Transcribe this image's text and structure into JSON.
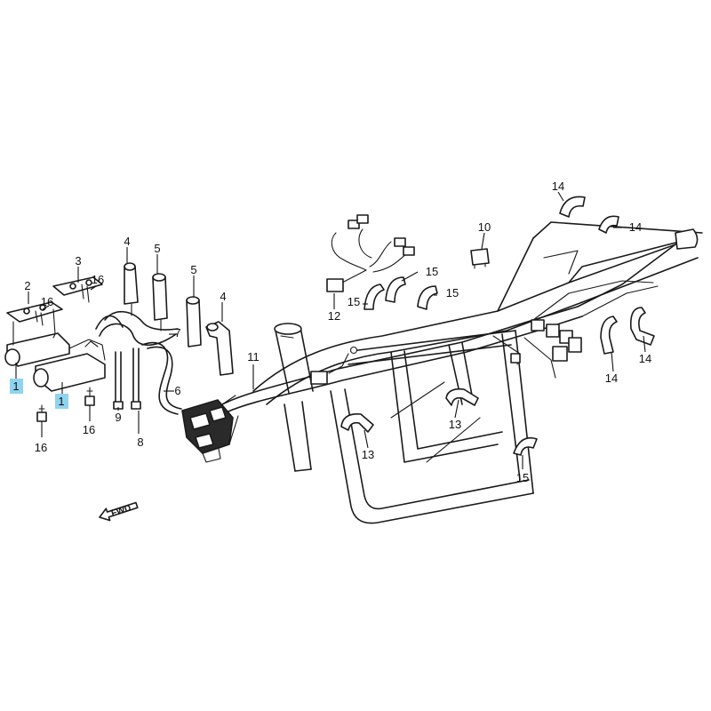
{
  "parts": {
    "ignition_coil_a": "1",
    "ignition_coil_b": "1",
    "coil_bracket": "2",
    "coil_bracket_b": "3",
    "plug_cap_a": "4",
    "plug_cap_b": "4",
    "plug_cap_c": "5",
    "plug_cap_d": "5",
    "high_tension_cord_a": "6",
    "high_tension_cord_b": "7",
    "high_tension_cord_c": "8",
    "high_tension_cord_d": "9",
    "switch_10": "10",
    "wire_harness": "11",
    "sub_harness": "12",
    "clamp_13_a": "13",
    "clamp_13_b": "13",
    "clamp_14_a": "14",
    "clamp_14_b": "14",
    "clamp_14_c": "14",
    "clamp_14_d": "14",
    "clamp_15_a": "15",
    "clamp_15_b": "15",
    "clamp_15_c": "15",
    "clamp_15_d": "15",
    "bolt_16_a": "16",
    "bolt_16_b": "16",
    "bolt_16_c": "16",
    "bolt_16_d": "16"
  },
  "direction_marker": "FWD",
  "colors": {
    "highlight": "#8fd3f0",
    "line": "#1a1a1a"
  }
}
